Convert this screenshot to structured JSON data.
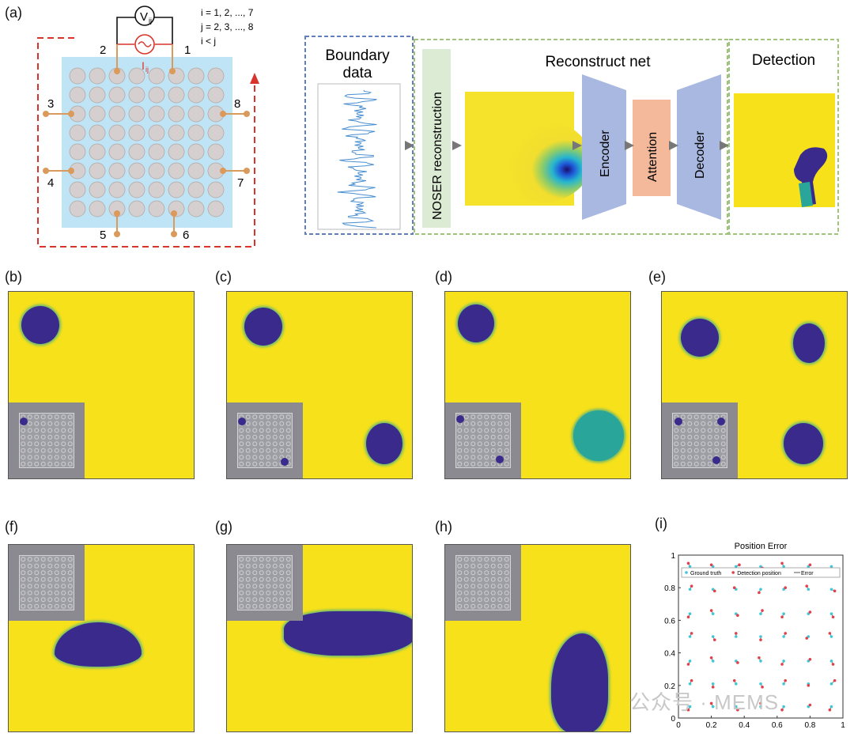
{
  "panels": {
    "a": "(a)",
    "b": "(b)",
    "c": "(c)",
    "d": "(d)",
    "e": "(e)",
    "f": "(f)",
    "g": "(g)",
    "h": "(h)",
    "i": "(i)"
  },
  "schematic": {
    "voltmeter": "V",
    "voltmeter_sub": "ij",
    "current": "I",
    "current_sub": "ij",
    "index_rules": [
      "i = 1, 2, ..., 7",
      "j = 2, 3, ..., 8",
      "i < j"
    ],
    "electrodes": [
      "1",
      "2",
      "3",
      "4",
      "5",
      "6",
      "7",
      "8"
    ]
  },
  "pipeline": {
    "boundary_title_line1": "Boundary",
    "boundary_title_line2": "data",
    "reconstruct_title": "Reconstruct net",
    "noser": "NOSER reconstruction",
    "encoder": "Encoder",
    "attention": "Attention",
    "decoder": "Decoder",
    "detection_title": "Detection"
  },
  "colors": {
    "field_yellow": "#f7e11b",
    "blob_dark": "#3a2a8c",
    "blob_teal": "#2aa59a",
    "encoder_blue": "#a9b8e0",
    "attention_orange": "#f4b89a",
    "noser_green": "#dcebd3",
    "dash_red": "#d9342b",
    "dash_blue": "#5f7fbf",
    "dash_green": "#9fc47a"
  },
  "chart_data": {
    "type": "scatter",
    "title": "Position Error",
    "xlim": [
      0,
      1
    ],
    "ylim": [
      0,
      1
    ],
    "xticks": [
      "0",
      "0.2",
      "0.4",
      "0.6",
      "0.8",
      "1"
    ],
    "yticks": [
      "0",
      "0.2",
      "0.4",
      "0.6",
      "0.8",
      "1"
    ],
    "legend": [
      "Ground truth",
      "Detection position",
      "Error"
    ],
    "legend_position": "top",
    "series": [
      {
        "name": "Ground truth",
        "color": "#3fc7d6",
        "x": [
          0.07,
          0.21,
          0.35,
          0.5,
          0.64,
          0.79,
          0.93,
          0.07,
          0.21,
          0.35,
          0.5,
          0.64,
          0.79,
          0.93,
          0.07,
          0.21,
          0.35,
          0.5,
          0.64,
          0.79,
          0.93,
          0.07,
          0.21,
          0.35,
          0.5,
          0.64,
          0.79,
          0.93,
          0.07,
          0.21,
          0.35,
          0.5,
          0.64,
          0.79,
          0.93,
          0.07,
          0.21,
          0.35,
          0.5,
          0.64,
          0.79,
          0.93,
          0.07,
          0.21,
          0.35,
          0.5,
          0.64,
          0.79,
          0.93
        ],
        "y": [
          0.93,
          0.93,
          0.93,
          0.93,
          0.93,
          0.93,
          0.93,
          0.79,
          0.79,
          0.79,
          0.79,
          0.79,
          0.79,
          0.79,
          0.64,
          0.64,
          0.64,
          0.64,
          0.64,
          0.64,
          0.64,
          0.5,
          0.5,
          0.5,
          0.5,
          0.5,
          0.5,
          0.5,
          0.35,
          0.35,
          0.35,
          0.35,
          0.35,
          0.35,
          0.35,
          0.21,
          0.21,
          0.21,
          0.21,
          0.21,
          0.21,
          0.21,
          0.07,
          0.07,
          0.07,
          0.07,
          0.07,
          0.07,
          0.07
        ]
      },
      {
        "name": "Detection position",
        "color": "#e0414b",
        "x": [
          0.06,
          0.2,
          0.37,
          0.51,
          0.63,
          0.8,
          0.94,
          0.08,
          0.22,
          0.34,
          0.49,
          0.65,
          0.78,
          0.95,
          0.06,
          0.2,
          0.36,
          0.51,
          0.63,
          0.8,
          0.94,
          0.08,
          0.22,
          0.35,
          0.5,
          0.65,
          0.78,
          0.92,
          0.06,
          0.2,
          0.36,
          0.49,
          0.63,
          0.8,
          0.94,
          0.08,
          0.21,
          0.34,
          0.51,
          0.65,
          0.79,
          0.95,
          0.06,
          0.2,
          0.36,
          0.5,
          0.63,
          0.8,
          0.92
        ],
        "y": [
          0.95,
          0.94,
          0.94,
          0.92,
          0.95,
          0.94,
          0.91,
          0.81,
          0.78,
          0.8,
          0.77,
          0.8,
          0.81,
          0.78,
          0.62,
          0.66,
          0.63,
          0.66,
          0.62,
          0.65,
          0.62,
          0.52,
          0.48,
          0.52,
          0.48,
          0.52,
          0.49,
          0.52,
          0.33,
          0.37,
          0.34,
          0.37,
          0.33,
          0.36,
          0.33,
          0.23,
          0.19,
          0.23,
          0.19,
          0.23,
          0.2,
          0.23,
          0.05,
          0.09,
          0.05,
          0.09,
          0.05,
          0.08,
          0.05
        ]
      }
    ]
  },
  "watermark": "公众号 · MEMS"
}
